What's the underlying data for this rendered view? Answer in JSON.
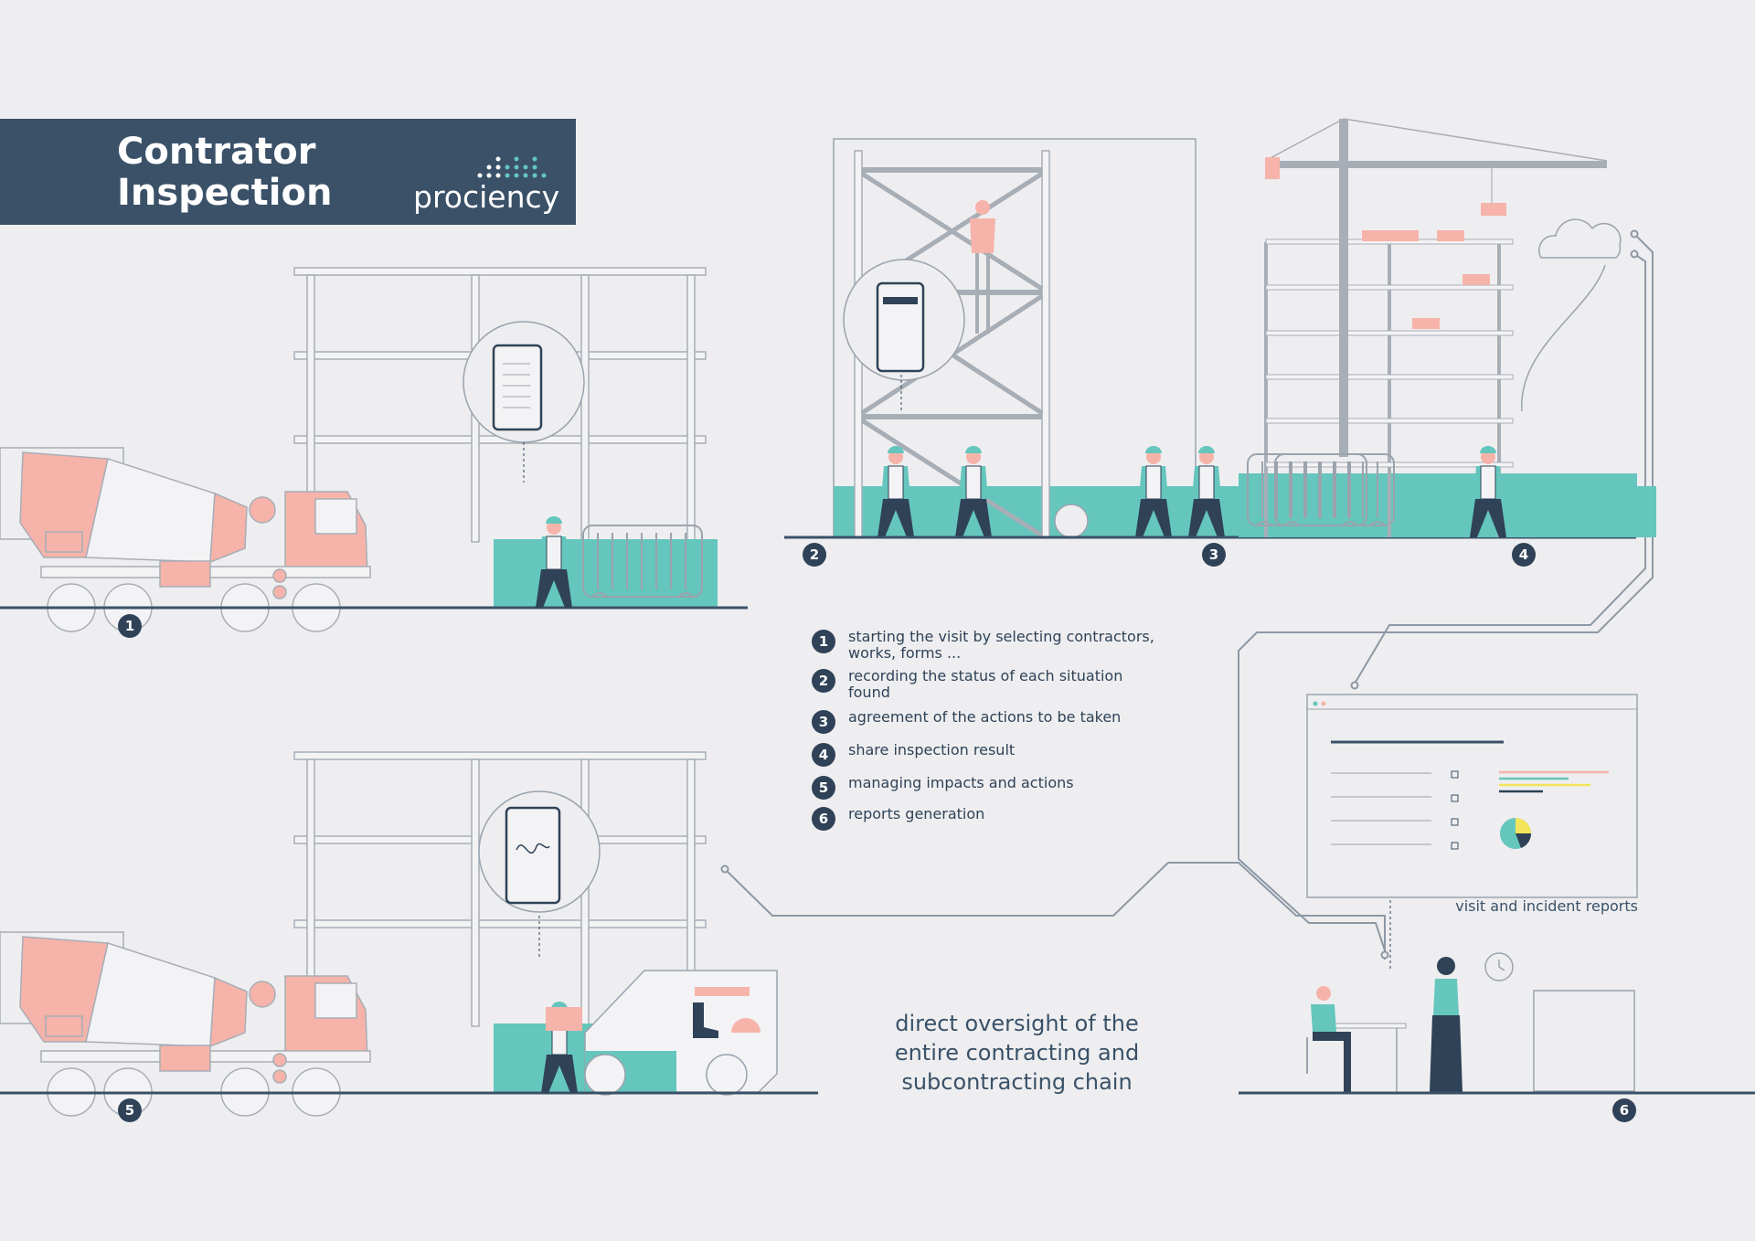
{
  "header": {
    "title": "Contrator Inspection",
    "brand": "prociency"
  },
  "colors": {
    "navy": "#3a5168",
    "dark": "#2f4257",
    "teal": "#65c6bd",
    "salmon": "#f6b3aa",
    "line": "#9aa3ad",
    "yellow": "#f2e45b"
  },
  "steps": [
    {
      "num": "1",
      "text": "starting the visit by selecting contractors, works, forms ..."
    },
    {
      "num": "2",
      "text": "recording the status of each situation found"
    },
    {
      "num": "3",
      "text": "agreement of the actions to be taken"
    },
    {
      "num": "4",
      "text": "share inspection result"
    },
    {
      "num": "5",
      "text": "managing impacts and actions"
    },
    {
      "num": "6",
      "text": "reports generation"
    }
  ],
  "tagline": "direct oversight of the entire contracting and subcontracting chain",
  "report_label": "visit and incident reports"
}
